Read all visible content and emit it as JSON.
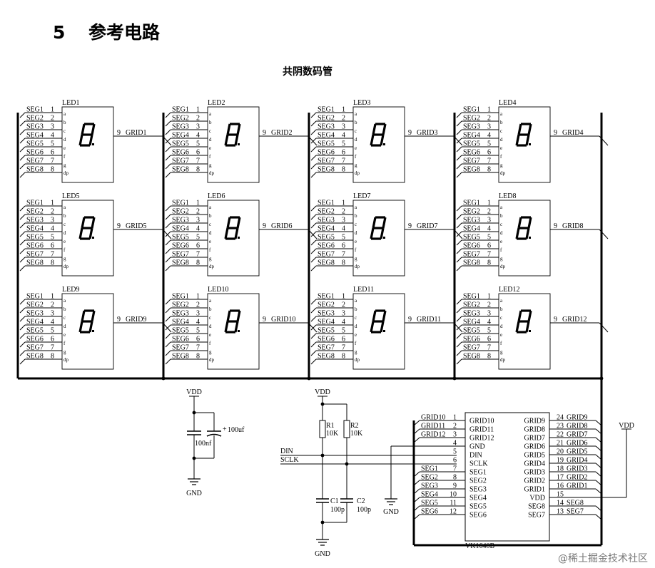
{
  "section": {
    "number": "5",
    "title": "参考电路"
  },
  "diagram": {
    "title": "共阴数码管",
    "seg_labels": [
      "SEG1",
      "SEG2",
      "SEG3",
      "SEG4",
      "SEG5",
      "SEG6",
      "SEG7",
      "SEG8"
    ],
    "pin_numbers": [
      "1",
      "2",
      "3",
      "4",
      "5",
      "6",
      "7",
      "8"
    ],
    "segment_letters": [
      "a",
      "b",
      "c",
      "d",
      "e",
      "f",
      "g",
      "dp"
    ],
    "grid_pin": "9",
    "leds": [
      {
        "name": "LED1",
        "grid": "GRID1"
      },
      {
        "name": "LED2",
        "grid": "GRID2"
      },
      {
        "name": "LED3",
        "grid": "GRID3"
      },
      {
        "name": "LED4",
        "grid": "GRID4"
      },
      {
        "name": "LED5",
        "grid": "GRID5"
      },
      {
        "name": "LED6",
        "grid": "GRID6"
      },
      {
        "name": "LED7",
        "grid": "GRID7"
      },
      {
        "name": "LED8",
        "grid": "GRID8"
      },
      {
        "name": "LED9",
        "grid": "GRID9"
      },
      {
        "name": "LED10",
        "grid": "GRID10"
      },
      {
        "name": "LED11",
        "grid": "GRID11"
      },
      {
        "name": "LED12",
        "grid": "GRID12"
      }
    ],
    "power": {
      "vdd": "VDD",
      "gnd": "GND",
      "cap_100nf": "100nf",
      "cap_100uf": "100uf",
      "plus": "+",
      "r1": {
        "name": "R1",
        "value": "10K"
      },
      "r2": {
        "name": "R2",
        "value": "10K"
      },
      "c1": {
        "name": "C1",
        "value": "100p"
      },
      "c2": {
        "name": "C2",
        "value": "100p"
      },
      "din": "DIN",
      "sclk": "SCLK"
    },
    "chip": {
      "name": "VK1640B",
      "left_pins": [
        {
          "num": "1",
          "pin": "GRID10",
          "net": "GRID10"
        },
        {
          "num": "2",
          "pin": "GRID11",
          "net": "GRID11"
        },
        {
          "num": "3",
          "pin": "GRID12",
          "net": "GRID12"
        },
        {
          "num": "4",
          "pin": "GND",
          "net": ""
        },
        {
          "num": "5",
          "pin": "DIN",
          "net": ""
        },
        {
          "num": "6",
          "pin": "SCLK",
          "net": ""
        },
        {
          "num": "7",
          "pin": "SEG1",
          "net": "SEG1"
        },
        {
          "num": "8",
          "pin": "SEG2",
          "net": "SEG2"
        },
        {
          "num": "9",
          "pin": "SEG3",
          "net": "SEG3"
        },
        {
          "num": "10",
          "pin": "SEG4",
          "net": "SEG4"
        },
        {
          "num": "11",
          "pin": "SEG5",
          "net": "SEG5"
        },
        {
          "num": "12",
          "pin": "SEG6",
          "net": "SEG6"
        }
      ],
      "right_pins": [
        {
          "num": "24",
          "pin": "GRID9",
          "net": "GRID9"
        },
        {
          "num": "23",
          "pin": "GRID8",
          "net": "GRID8"
        },
        {
          "num": "22",
          "pin": "GRID7",
          "net": "GRID7"
        },
        {
          "num": "21",
          "pin": "GRID6",
          "net": "GRID6"
        },
        {
          "num": "20",
          "pin": "GRID5",
          "net": "GRID5"
        },
        {
          "num": "19",
          "pin": "GRID4",
          "net": "GRID4"
        },
        {
          "num": "18",
          "pin": "GRID3",
          "net": "GRID3"
        },
        {
          "num": "17",
          "pin": "GRID2",
          "net": "GRID2"
        },
        {
          "num": "16",
          "pin": "GRID1",
          "net": "GRID1"
        },
        {
          "num": "15",
          "pin": "VDD",
          "net": ""
        },
        {
          "num": "14",
          "pin": "SEG8",
          "net": "SEG8"
        },
        {
          "num": "13",
          "pin": "SEG7",
          "net": "SEG7"
        }
      ]
    }
  },
  "watermark": "@稀土掘金技术社区"
}
